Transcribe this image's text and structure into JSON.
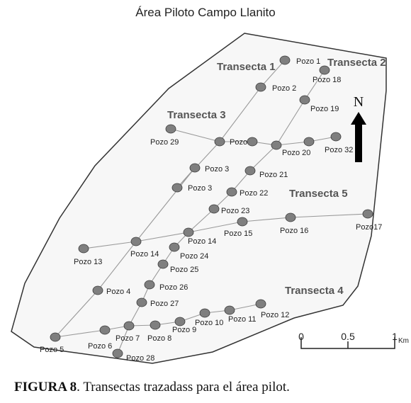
{
  "title": "Área Piloto Campo Llanito",
  "caption": {
    "figure": "FIGURA 8",
    "text": ". Transectas trazadass para el área pilot."
  },
  "colors": {
    "well_fill": "#7f7f7f",
    "well_stroke": "#3a3a3a",
    "line": "#9a9a9a",
    "area_fill": "#f7f7f7",
    "area_stroke": "#333333"
  },
  "north": {
    "label": "N"
  },
  "scale": {
    "labels": [
      "0",
      "0.5",
      "1"
    ],
    "unit": "Km"
  },
  "transects": [
    {
      "name": "Transecta 1",
      "wells": [
        "Pozo 5",
        "Pozo 4",
        "Pozo 14",
        "Pozo 3",
        "Pozo 3b",
        "Pozo 2b",
        "Pozo 2",
        "Pozo 1"
      ]
    },
    {
      "name": "Transecta 2",
      "wells": [
        "Pozo 28",
        "Pozo 7",
        "Pozo 27",
        "Pozo 26",
        "Pozo 25",
        "Pozo 24",
        "Pozo 14b",
        "Pozo 23",
        "Pozo 22",
        "Pozo 21",
        "Pozo 20",
        "Pozo 19",
        "Pozo 18"
      ]
    },
    {
      "name": "Transecta 3",
      "wells": [
        "Pozo 29",
        "Pozo 2b",
        "Pozo 2c",
        "Pozo 20",
        "Pozo 20b",
        "Pozo 32"
      ]
    },
    {
      "name": "Transecta 4",
      "wells": [
        "Pozo 5",
        "Pozo 6",
        "Pozo 7",
        "Pozo 8",
        "Pozo 9",
        "Pozo 10",
        "Pozo 11",
        "Pozo 12"
      ]
    },
    {
      "name": "Transecta 5",
      "wells": [
        "Pozo 13",
        "Pozo 14",
        "Pozo 14b",
        "Pozo 15",
        "Pozo 16",
        "Pozo 17"
      ]
    }
  ],
  "wells": [
    {
      "id": "Pozo 1",
      "label": "Pozo 1"
    },
    {
      "id": "Pozo 2",
      "label": "Pozo 2"
    },
    {
      "id": "Pozo 2b",
      "label": "Pozo 2"
    },
    {
      "id": "Pozo 2c",
      "label": ""
    },
    {
      "id": "Pozo 3",
      "label": "Pozo 3"
    },
    {
      "id": "Pozo 3b",
      "label": "Pozo 3"
    },
    {
      "id": "Pozo 4",
      "label": "Pozo 4"
    },
    {
      "id": "Pozo 5",
      "label": "Pozo 5"
    },
    {
      "id": "Pozo 6",
      "label": "Pozo 6"
    },
    {
      "id": "Pozo 7",
      "label": "Pozo 7"
    },
    {
      "id": "Pozo 8",
      "label": "Pozo 8"
    },
    {
      "id": "Pozo 9",
      "label": "Pozo 9"
    },
    {
      "id": "Pozo 10",
      "label": "Pozo 10"
    },
    {
      "id": "Pozo 11",
      "label": "Pozo 11"
    },
    {
      "id": "Pozo 12",
      "label": "Pozo 12"
    },
    {
      "id": "Pozo 13",
      "label": "Pozo 13"
    },
    {
      "id": "Pozo 14",
      "label": "Pozo 14"
    },
    {
      "id": "Pozo 14b",
      "label": "Pozo 14"
    },
    {
      "id": "Pozo 15",
      "label": "Pozo 15"
    },
    {
      "id": "Pozo 16",
      "label": "Pozo 16"
    },
    {
      "id": "Pozo 17",
      "label": "Pozo17"
    },
    {
      "id": "Pozo 18",
      "label": "Pozo 18"
    },
    {
      "id": "Pozo 19",
      "label": "Pozo 19"
    },
    {
      "id": "Pozo 20",
      "label": "Pozo 20"
    },
    {
      "id": "Pozo 20b",
      "label": ""
    },
    {
      "id": "Pozo 21",
      "label": "Pozo 21"
    },
    {
      "id": "Pozo 22",
      "label": "Pozo 22"
    },
    {
      "id": "Pozo 23",
      "label": "Pozo 23"
    },
    {
      "id": "Pozo 24",
      "label": "Pozo 24"
    },
    {
      "id": "Pozo 25",
      "label": "Pozo 25"
    },
    {
      "id": "Pozo 26",
      "label": "Pozo 26"
    },
    {
      "id": "Pozo 27",
      "label": "Pozo 27"
    },
    {
      "id": "Pozo 28",
      "label": "Pozo 28"
    },
    {
      "id": "Pozo 29",
      "label": "Pozo 29"
    },
    {
      "id": "Pozo 32",
      "label": "Pozo 32"
    }
  ]
}
